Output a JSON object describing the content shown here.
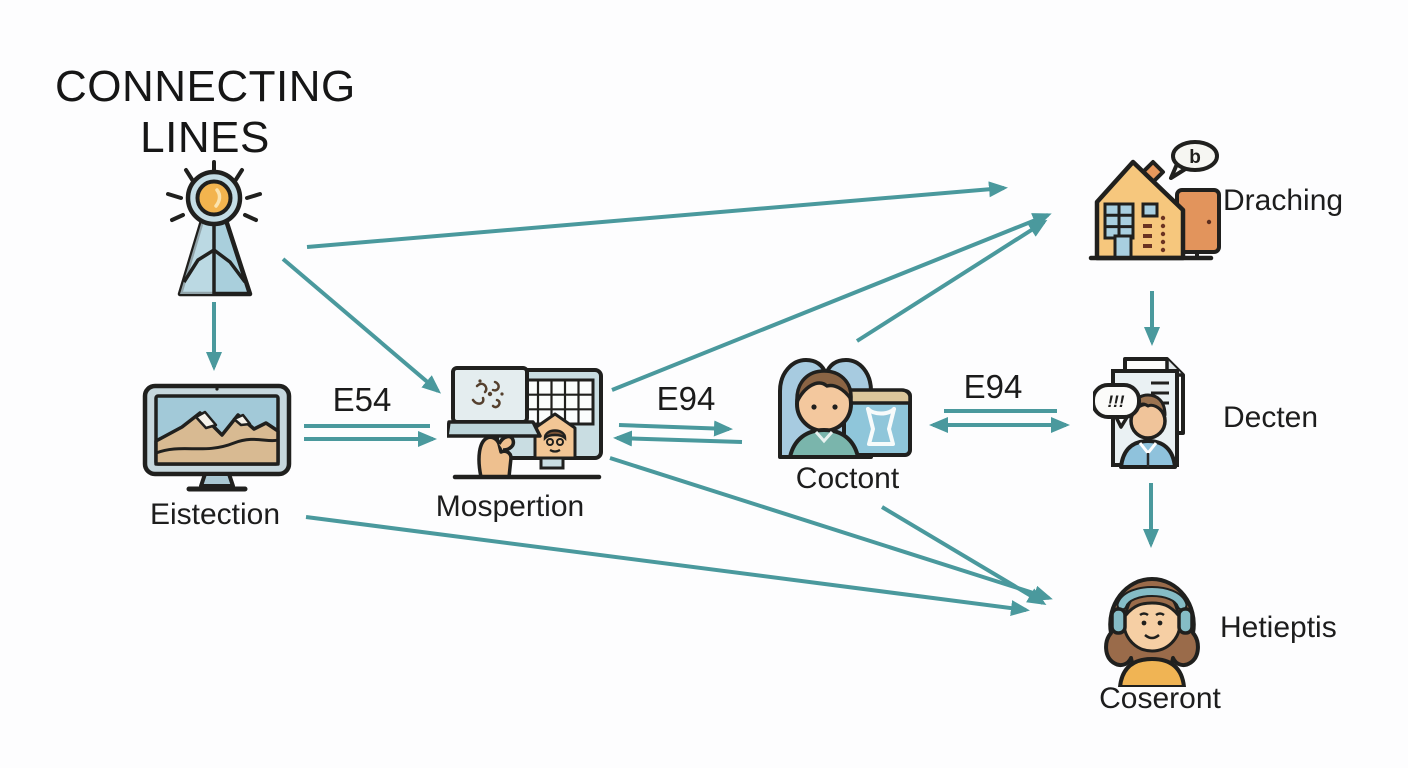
{
  "title": {
    "line1": "CONNECTING",
    "line2": "LINES"
  },
  "colors": {
    "arrow": "#4a999d",
    "text": "#1c1c1c",
    "background": "#fdfdfe",
    "icon_outline": "#20201e",
    "icon_blue": "#a7cbe0",
    "icon_orange": "#f6c77d",
    "icon_teal_shirt": "#7ab5ac",
    "icon_yellow_shirt": "#f0b454"
  },
  "nodes": [
    {
      "id": "beacon",
      "icon": "beacon-tower-icon",
      "label": ""
    },
    {
      "id": "eistection",
      "icon": "monitor-landscape-icon",
      "label": "Eistection"
    },
    {
      "id": "mospertion",
      "icon": "workstation-hand-icon",
      "label": "Mospertion"
    },
    {
      "id": "coctont",
      "icon": "person-folder-icon",
      "label": "Coctont"
    },
    {
      "id": "draching",
      "icon": "house-speech-bubble-icon",
      "label": "Draching",
      "bubble_glyph": "b"
    },
    {
      "id": "decten",
      "icon": "documents-person-icon",
      "label": "Decten",
      "bubble_glyph": "!!!"
    },
    {
      "id": "coseront",
      "icon": "headset-person-icon",
      "label": "Coseront",
      "side_label": "Hetieptis"
    }
  ],
  "edges": [
    {
      "from": "beacon",
      "to": "eistection",
      "label": "",
      "style": "arrow"
    },
    {
      "from": "beacon",
      "to": "mospertion",
      "label": "",
      "style": "arrow"
    },
    {
      "from": "beacon",
      "to": "draching",
      "label": "",
      "style": "arrow"
    },
    {
      "from": "eistection",
      "to": "mospertion",
      "label": "E54",
      "style": "line-plus-arrow"
    },
    {
      "from": "mospertion",
      "to": "coctont",
      "label": "E94",
      "style": "two-opposite-arrows"
    },
    {
      "from": "coctont",
      "to": "decten",
      "label": "E94",
      "style": "line-plus-double-arrow"
    },
    {
      "from": "mospertion",
      "to": "draching",
      "label": "",
      "style": "arrow"
    },
    {
      "from": "coctont",
      "to": "draching",
      "label": "",
      "style": "arrow"
    },
    {
      "from": "draching",
      "to": "decten",
      "label": "",
      "style": "arrow"
    },
    {
      "from": "decten",
      "to": "coseront",
      "label": "",
      "style": "arrow"
    },
    {
      "from": "eistection",
      "to": "coseront",
      "label": "",
      "style": "arrow"
    },
    {
      "from": "mospertion",
      "to": "coseront",
      "label": "",
      "style": "arrow"
    },
    {
      "from": "coctont",
      "to": "coseront",
      "label": "",
      "style": "arrow"
    }
  ]
}
